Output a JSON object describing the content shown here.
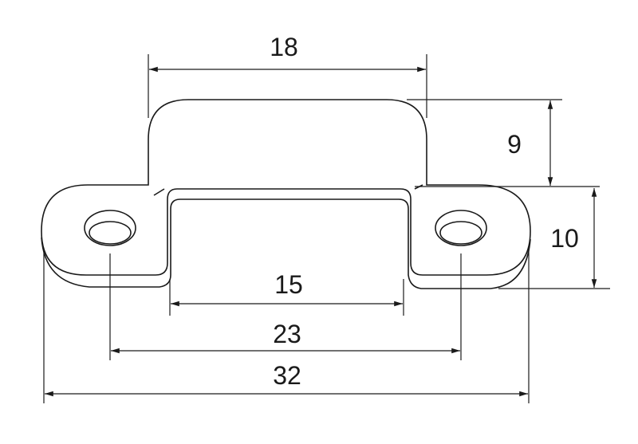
{
  "diagram": {
    "subject": "bracket-clip",
    "dimensions": {
      "top_width": "18",
      "height_bridge": "9",
      "height_flange": "10",
      "inner_width": "15",
      "hole_spacing": "23",
      "overall_width": "32"
    },
    "line_color": "#1a1a1a",
    "background": "#ffffff"
  }
}
